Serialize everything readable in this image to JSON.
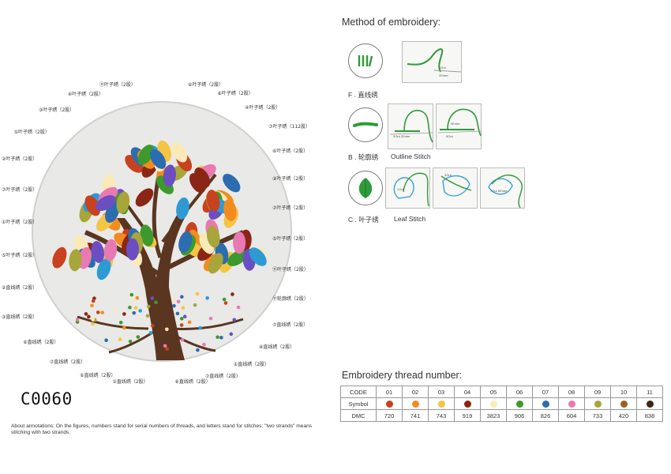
{
  "product_code": "C0060",
  "notes": "About annotations: On the figures, numbers stand for serial numbers of threads, and letters stand for stitches; \"two strands\" means stitching with two strands.",
  "method": {
    "title": "Method of embroidery:",
    "stitches": [
      {
        "label": "F . 直线绣",
        "secondary": "",
        "icon": "straight-stitch-icon",
        "demo_texts": [
          "1Out",
          "2Enter"
        ]
      },
      {
        "label": "B . 轮廓绣",
        "secondary": "Outline Stitch",
        "icon": "outline-stitch-icon",
        "demo_texts": [
          "1Out",
          "3Out 2Enter",
          "4Enter",
          "5Out"
        ]
      },
      {
        "label": "C . 叶子绣",
        "secondary": "Leaf Stitch",
        "icon": "leaf-stitch-icon",
        "demo_texts": [
          "1Out",
          "3Out",
          "5Out",
          "7Out 6Enter"
        ]
      }
    ]
  },
  "thread_table": {
    "title": "Embroidery thread number:",
    "row_labels": {
      "code": "CODE",
      "symbol": "Symbol",
      "dmc": "DMC"
    },
    "threads": [
      {
        "code": "01",
        "dmc": "720",
        "color": "#c8421f"
      },
      {
        "code": "02",
        "dmc": "741",
        "color": "#f28c1e"
      },
      {
        "code": "03",
        "dmc": "743",
        "color": "#f6c443"
      },
      {
        "code": "04",
        "dmc": "919",
        "color": "#8a2616"
      },
      {
        "code": "05",
        "dmc": "3823",
        "color": "#fbe9b8"
      },
      {
        "code": "06",
        "dmc": "906",
        "color": "#3c9a2c"
      },
      {
        "code": "07",
        "dmc": "826",
        "color": "#2c6cb0"
      },
      {
        "code": "08",
        "dmc": "604",
        "color": "#e879b3"
      },
      {
        "code": "09",
        "dmc": "733",
        "color": "#a8a53a"
      },
      {
        "code": "10",
        "dmc": "420",
        "color": "#9a6124"
      },
      {
        "code": "11",
        "dmc": "838",
        "color": "#3d2518"
      }
    ]
  },
  "annotations": {
    "right": [
      "⑥叶子绣（2股）",
      "⑧叶子绣（2股）",
      "④叶子绣（2股）",
      "⑦叶子绣（112股）",
      "⑥叶子绣（2股）",
      "⑨叶子绣（2股）",
      "⑦叶子绣（2股）",
      "⑤叶子绣（2股）",
      "⑪叶子绣（2股）",
      "⑪轮廓绣（2股）",
      "⑦直线绣（2股）",
      "⑧直线绣（2股）",
      "①直线绣（2股）",
      "⑦直线绣（2股）",
      "⑧直线绣（2股）"
    ],
    "left": [
      "⑪叶子绣（2股）",
      "④叶子绣（2股）",
      "③叶子绣（2股）",
      "⑤叶子绣（2股）",
      "②叶子绣（2股）",
      "⑦叶子绣（2股）",
      "①叶子绣（2股）",
      "⑤叶子绣（2股）",
      "②直线绣（2股）",
      "③直线绣（2股）",
      "⑥直线绣（2股）",
      "⑦直线绣（2股）",
      "⑥直线绣（2股）",
      "②直线绣（2股）"
    ]
  },
  "leaf_colors": [
    "#c8421f",
    "#f28c1e",
    "#f6c443",
    "#8a2616",
    "#fbe9b8",
    "#3c9a2c",
    "#2c6cb0",
    "#e879b3",
    "#a8a53a",
    "#6b4fc2",
    "#2e9ad4"
  ]
}
